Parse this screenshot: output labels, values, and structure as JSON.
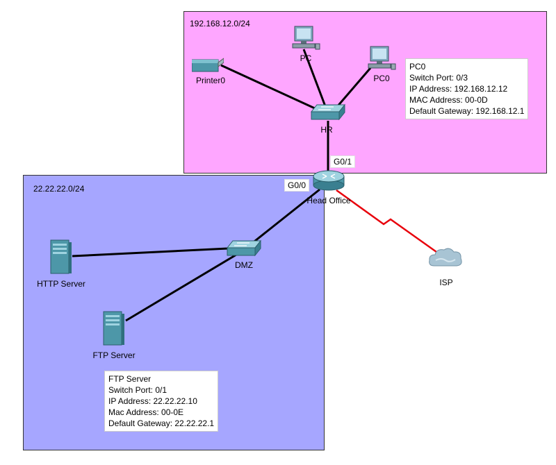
{
  "zones": {
    "hr": {
      "label": "192.168.12.0/24",
      "color": "#fea6ff"
    },
    "dmz": {
      "label": "22.22.22.0/24",
      "color": "#a6a6ff"
    }
  },
  "devices": {
    "printer": {
      "label": "Printer0",
      "icon": "printer-icon"
    },
    "pc_top": {
      "label": "PC",
      "icon": "pc-icon"
    },
    "pc0": {
      "label": "PC0",
      "icon": "pc-icon"
    },
    "hr_switch": {
      "label": "HR",
      "icon": "switch-icon"
    },
    "router": {
      "label": "Head Office",
      "icon": "router-icon"
    },
    "dmz_switch": {
      "label": "DMZ",
      "icon": "switch-icon"
    },
    "http_server": {
      "label": "HTTP Server",
      "icon": "server-icon"
    },
    "ftp_server": {
      "label": "FTP Server",
      "icon": "server-icon"
    },
    "isp": {
      "label": "ISP",
      "icon": "cloud-icon"
    }
  },
  "ports": {
    "g01": "G0/1",
    "g00": "G0/0"
  },
  "links": {
    "normal_color": "#000000",
    "serial_color": "#e8000b"
  },
  "info_boxes": {
    "pc0": [
      "PC0",
      "Switch Port: 0/3",
      "IP Address: 192.168.12.12",
      "MAC Address: 00-0D",
      "Default Gateway: 192.168.12.1"
    ],
    "ftp": [
      "FTP Server",
      "Switch Port: 0/1",
      "IP Address: 22.22.22.10",
      "Mac Address: 00-0E",
      "Default Gateway: 22.22.22.1"
    ]
  }
}
